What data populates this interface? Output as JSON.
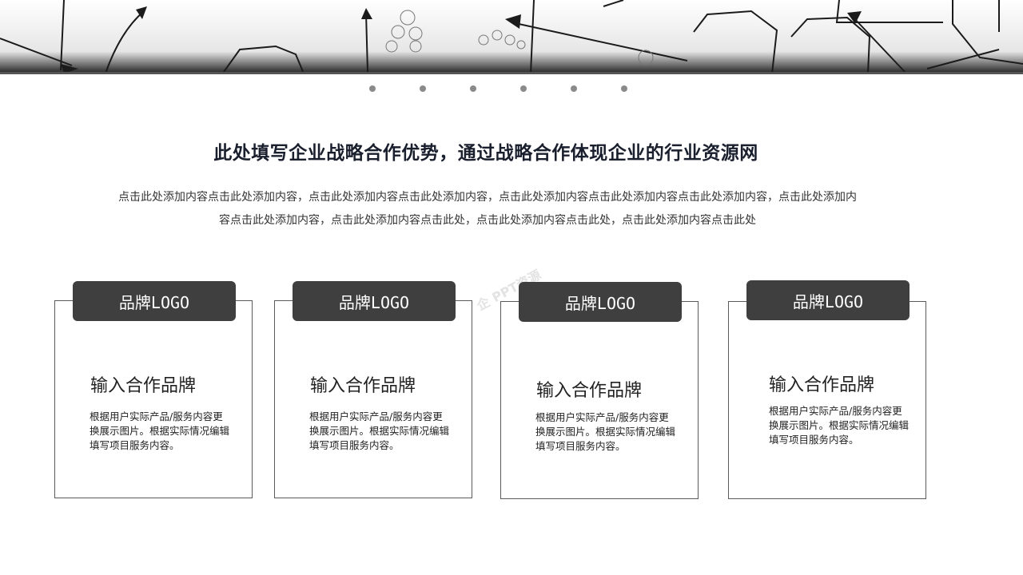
{
  "page": {
    "title": "此处填写企业战略合作优势，通过战略合作体现企业的行业资源网",
    "description_line1": "点击此处添加内容点击此处添加内容，点击此处添加内容点击此处添加内容，点击此处添加内容点击此处添加内容点击此处添加内容，点击此处添加内",
    "description_line2": "容点击此处添加内容，点击此处添加内容点击此处，点击此处添加内容点击此处，点击此处添加内容点击此处"
  },
  "watermark": "企 PPT资源",
  "cards": [
    {
      "tab": "品牌LOGO",
      "title": "输入合作品牌",
      "text": "根据用户实际产品/服务内容更换展示图片。根据实际情况编辑填写项目服务内容。"
    },
    {
      "tab": "品牌LOGO",
      "title": "输入合作品牌",
      "text": "根据用户实际产品/服务内容更换展示图片。根据实际情况编辑填写项目服务内容。"
    },
    {
      "tab": "品牌LOGO",
      "title": "输入合作品牌",
      "text": "根据用户实际产品/服务内容更换展示图片。根据实际情况编辑填写项目服务内容。"
    },
    {
      "tab": "品牌LOGO",
      "title": "输入合作品牌",
      "text": "根据用户实际产品/服务内容更换展示图片。根据实际情况编辑填写项目服务内容。"
    }
  ],
  "colors": {
    "tab_bg": "#3f3f3f",
    "title": "#1a1f2e",
    "border": "#5a5a5a"
  }
}
